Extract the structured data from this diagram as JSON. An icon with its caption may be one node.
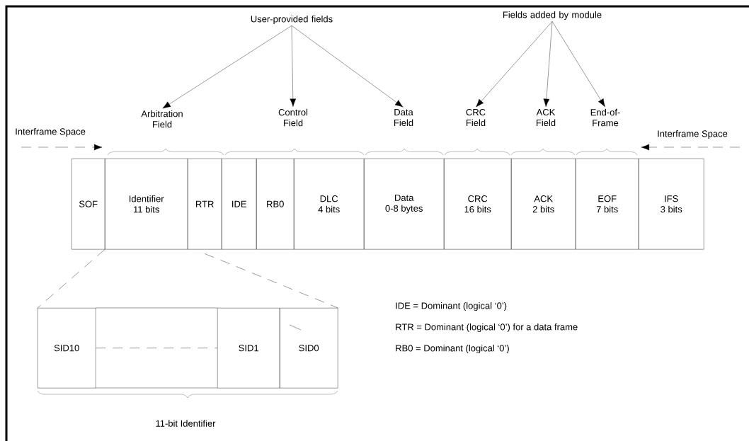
{
  "diagram": {
    "nodes": [
      {
        "text": [
          "User-provided fields"
        ]
      },
      {
        "text": [
          "Fields added by module"
        ]
      },
      {
        "text": [
          "Arbitration Field"
        ]
      },
      {
        "text": [
          "Control Field"
        ]
      },
      {
        "text": [
          "Data Field"
        ]
      },
      {
        "text": [
          "CRC Field"
        ]
      },
      {
        "text": [
          "ACK Field"
        ]
      },
      {
        "text": [
          "End-of-Frame"
        ]
      },
      {
        "text": [
          "SOF"
        ]
      },
      {
        "text": [
          "Identifier",
          "11 bits"
        ]
      },
      {
        "text": [
          "RTR"
        ]
      },
      {
        "text": [
          "IDE"
        ]
      },
      {
        "text": [
          "RB0"
        ]
      },
      {
        "text": [
          "DLC",
          "4 bits"
        ]
      },
      {
        "text": [
          "Data",
          "0-8 bytes"
        ]
      },
      {
        "text": [
          "CRC",
          "16 bits"
        ]
      },
      {
        "text": [
          "ACK",
          "2 bits"
        ]
      },
      {
        "text": [
          "EOF",
          "7 bits"
        ]
      },
      {
        "text": [
          "IFS",
          "3 bits"
        ]
      },
      {
        "text": [
          "SID10"
        ]
      },
      {
        "text": [
          "SID1"
        ]
      },
      {
        "text": [
          "SID0"
        ]
      }
    ],
    "edges": [
      {
        "from": 0,
        "to": 2,
        "arrow": "to"
      },
      {
        "from": 0,
        "to": 3,
        "arrow": "to"
      },
      {
        "from": 0,
        "to": 4,
        "arrow": "to"
      },
      {
        "from": 1,
        "to": 5,
        "arrow": "to"
      },
      {
        "from": 1,
        "to": 6,
        "arrow": "to"
      },
      {
        "from": 1,
        "to": 7,
        "arrow": "to"
      },
      {
        "from": null,
        "to": 8,
        "arrow": "to",
        "style": "dashed"
      },
      {
        "from": null,
        "to": 18,
        "arrow": "to",
        "style": "dashed"
      },
      {
        "from": 9,
        "to": 19,
        "arrow": "none",
        "style": "dashed"
      },
      {
        "from": 10,
        "to": 21,
        "arrow": "none",
        "style": "dashed"
      },
      {
        "from": 19,
        "to": 20,
        "arrow": "none",
        "style": "dashed"
      }
    ],
    "labels": [
      "Interframe Space",
      "Interframe Space",
      "11-bit Identifier",
      "IDE = Dominant (logical ‘0’)",
      "RTR = Dominant (logical ‘0’) for a data frame",
      "RB0 = Dominant (logical ‘0’)"
    ]
  }
}
